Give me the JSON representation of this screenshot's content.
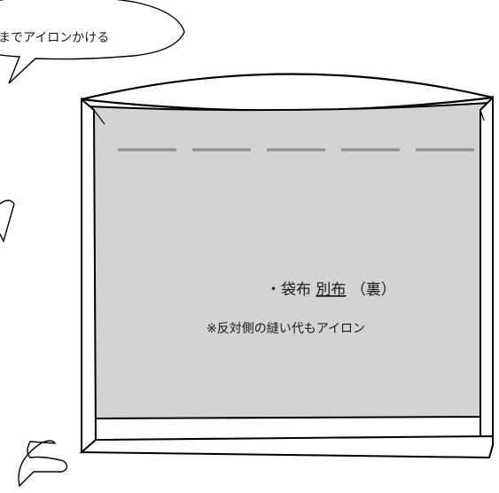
{
  "speech_bubble": {
    "text": "までアイロンかける"
  },
  "fabric": {
    "label_prefix": "・袋布",
    "label_underlined": [
      "別布"
    ],
    "label_suffix": "（裏）",
    "note": "※反対側の縫い代もアイロン"
  },
  "colors": {
    "fabric_fill": "#d3d3d3",
    "outline": "#000000",
    "stitch_line": "#8c8c8c",
    "background": "#ffffff"
  }
}
